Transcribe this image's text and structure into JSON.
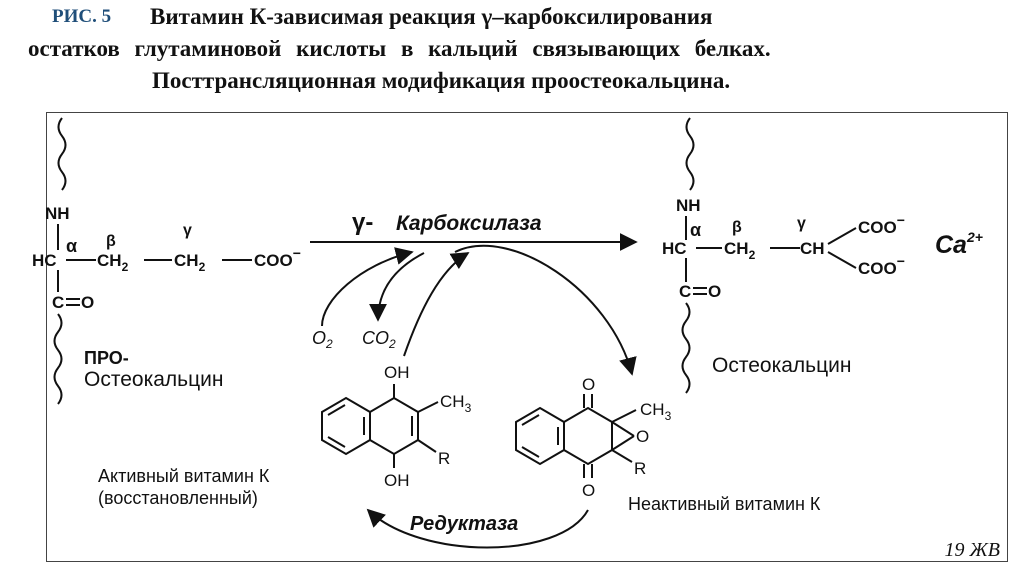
{
  "header": {
    "fig_label": "РИС. 5",
    "title_line1": "Витамин К-зависимая реакция γ–карбоксилирования",
    "title_line2": "остатков глутаминовой кислоты в кальций связывающих белках.",
    "title_line3": "Посттрансляционная модификация проостеокальцина."
  },
  "diagram": {
    "left": {
      "nh": "NH",
      "hc": "HC",
      "alpha": "α",
      "beta": "β",
      "gamma": "γ",
      "ch2_1": "CH",
      "ch2_1_sub": "2",
      "ch2_2": "CH",
      "ch2_2_sub": "2",
      "coo": "COO",
      "coo_charge": "−",
      "carbonyl_c": "C",
      "carbonyl_o": "O",
      "name_line1": "ПРО-",
      "name_line2": "Остеокальцин"
    },
    "right": {
      "nh": "NH",
      "hc": "HC",
      "alpha": "α",
      "beta": "β",
      "gamma": "γ",
      "ch2": "CH",
      "ch2_sub": "2",
      "ch": "CH",
      "coo_top": "COO",
      "coo_bottom": "COO",
      "charge": "−",
      "ca": "Ca",
      "ca_charge": "2+",
      "carbonyl_c": "C",
      "carbonyl_o": "O",
      "name": "Остеокальцин"
    },
    "enzyme_carboxylase_prefix": "γ-",
    "enzyme_carboxylase": "Карбоксилаза",
    "o2": "O",
    "o2_sub": "2",
    "co2": "CO",
    "co2_sub": "2",
    "active_vitamin": {
      "oh_top": "OH",
      "oh_bottom": "OH",
      "ch3": "CH",
      "ch3_sub": "3",
      "r": "R",
      "label_line1": "Активный витамин К",
      "label_line2": "(восстановленный)"
    },
    "inactive_vitamin": {
      "o_top": "O",
      "o_bottom": "O",
      "o_epoxide": "O",
      "ch3": "CH",
      "ch3_sub": "3",
      "r": "R",
      "label": "Неактивный витамин К"
    },
    "enzyme_reductase": "Редуктаза"
  },
  "footer": {
    "corner_label": "19 ЖВ"
  }
}
